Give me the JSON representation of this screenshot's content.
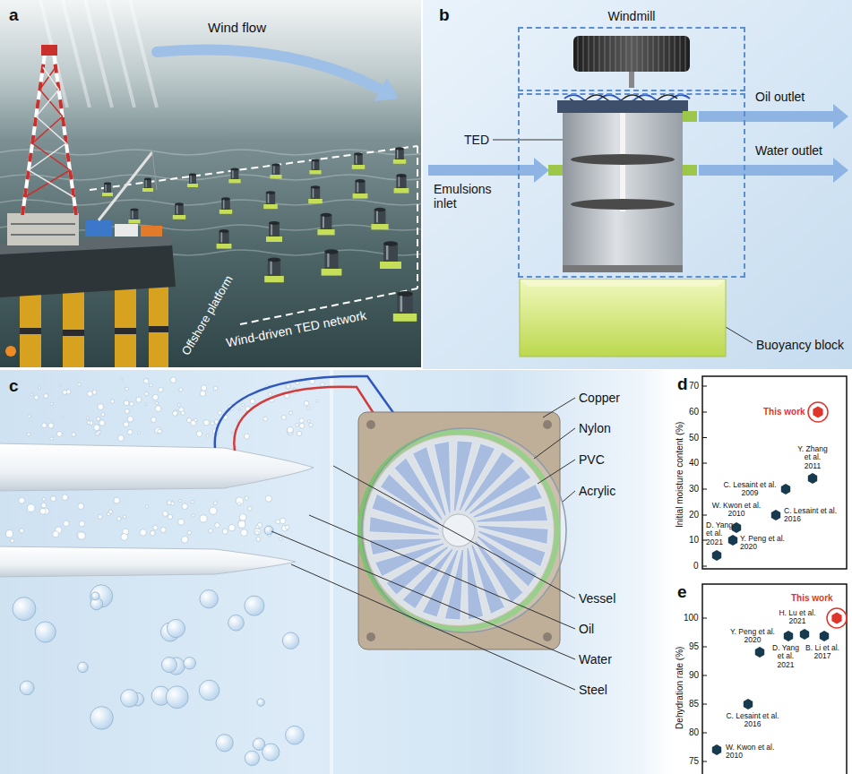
{
  "diagram": {
    "nodes": [
      {
        "text": [
          "Windmill"
        ]
      },
      {
        "text": [
          "TED"
        ]
      }
    ],
    "labels": [
      "a",
      "Wind flow",
      "Offshore platform",
      "Wind-driven TED network",
      "b",
      "Oil outlet",
      "Emulsions inlet",
      "Water outlet",
      "Buoyancy block",
      "c",
      "Copper",
      "Nylon",
      "PVC",
      "Acrylic",
      "Vessel",
      "Oil",
      "Water",
      "Steel",
      "d",
      "Initial moisture content (%)",
      "70",
      "60",
      "50",
      "40",
      "30",
      "20",
      "10",
      "0",
      "This work",
      "Y. Zhang et al. 2011",
      "C. Lesaint et al. 2009",
      "C. Lesaint et al. 2016",
      "W. Kwon et al. 2010",
      "D. Yang et al. 2021",
      "Y. Peng et al. 2020",
      "e",
      "Dehydration rate (%)",
      "100",
      "95",
      "90",
      "85",
      "80",
      "75",
      "This work",
      "H. Lu et al. 2021",
      "Y. Peng et al. 2020",
      "D. Yang et al. 2021",
      "B. Li et al. 2017",
      "C. Lesaint et al. 2016",
      "W. Kwon et al. 2010"
    ]
  }
}
